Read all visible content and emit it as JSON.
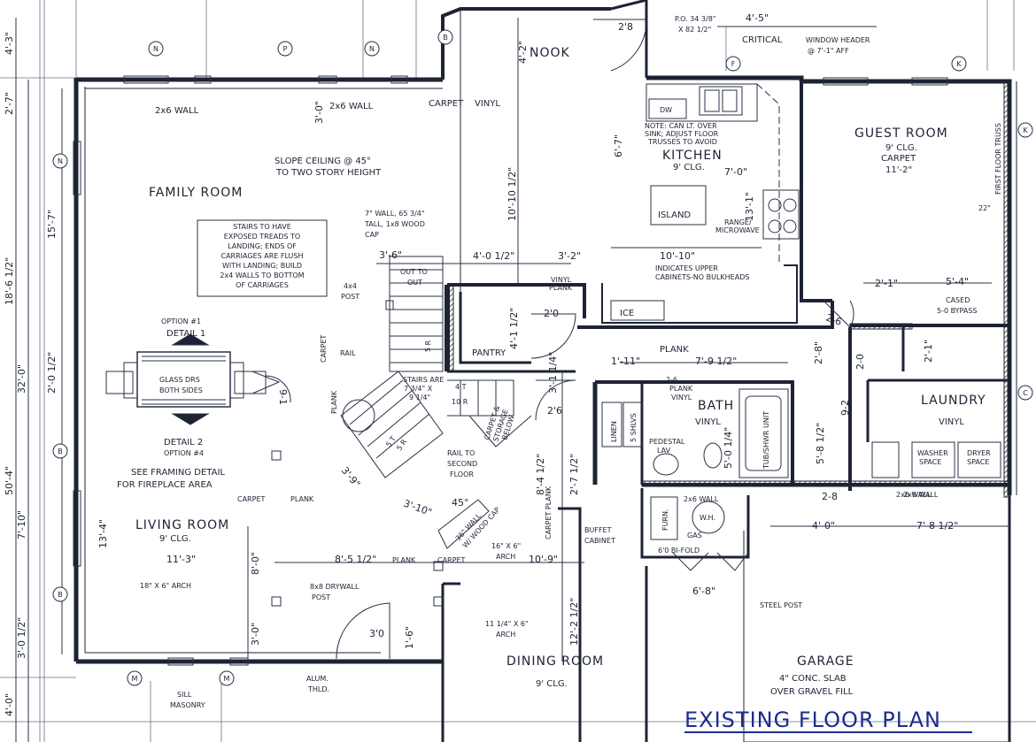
{
  "title": "EXISTING FLOOR PLAN",
  "rooms": {
    "family": "FAMILY ROOM",
    "living": "LIVING ROOM",
    "living_clg": "9' CLG.",
    "dining": "DINING ROOM",
    "dining_clg": "9' CLG.",
    "kitchen": "KITCHEN",
    "kitchen_clg": "9' CLG.",
    "guest": "GUEST ROOM",
    "guest_clg": "9' CLG.",
    "guest_floor": "CARPET",
    "guest_dim": "11'-2\"",
    "nook": "NOOK",
    "pantry": "PANTRY",
    "bath": "BATH",
    "bath_floor": "VINYL",
    "laundry": "LAUNDRY",
    "laundry_floor": "VINYL",
    "garage": "GARAGE",
    "garage_slab1": "4\" CONC. SLAB",
    "garage_slab2": "OVER GRAVEL FILL",
    "island": "ISLAND",
    "ice": "ICE"
  },
  "notes": {
    "stairs": [
      "STAIRS TO HAVE",
      "EXPOSED TREADS TO",
      "LANDING; ENDS OF",
      "CARRIAGES ARE FLUSH",
      "WITH LANDING; BUILD",
      "2x4 WALLS TO BOTTOM",
      "OF CARRIAGES"
    ],
    "slope1": "SLOPE CEILING @ 45°",
    "slope2": "TO TWO STORY HEIGHT",
    "wall2x6_a": "2x6 WALL",
    "wall2x6_b": "2x6 WALL",
    "wall2x6_c": "2x6 WALL",
    "wall2x6_d": "2x6 WALL",
    "carpet_vinyl_carpet": "CARPET",
    "carpet_vinyl_vinyl": "VINYL",
    "wall7_1": "7\" WALL, 65 3/4\"",
    "wall7_2": "TALL, 1x8 WOOD",
    "wall7_3": "CAP",
    "post4x4_1": "4x4",
    "post4x4_2": "POST",
    "rail": "RAIL",
    "carpet_v": "CARPET",
    "plank_v": "PLANK",
    "out_to_out_1": "OUT TO",
    "out_to_out_2": "OUT",
    "option1": "OPTION #1",
    "detail1": "DETAIL 1",
    "detail2": "DETAIL 2",
    "option4": "OPTION #4",
    "glass1": "GLASS DRS",
    "glass2": "BOTH SIDES",
    "framing1": "SEE FRAMING DETAIL",
    "framing2": "FOR FIREPLACE AREA",
    "carpet_lr": "CARPET",
    "plank_lr": "PLANK",
    "arch_lr": "18\" X 6\" ARCH",
    "drywall1": "8x8 DRYWALL",
    "drywall2": "POST",
    "sill1": "SILL",
    "sill2": "MASONRY",
    "alum1": "ALUM.",
    "alum2": "THLD.",
    "stairs_are1": "STAIRS ARE",
    "stairs_are2": "7 3/4\" X",
    "stairs_are3": "9 1/4\"",
    "rail_second1": "RAIL TO",
    "rail_second2": "SECOND",
    "rail_second3": "FLOOR",
    "wall36_1": "36\" WALL",
    "wall36_2": "W/ WOOD CAP",
    "arch16_1": "16\" X 6\"",
    "arch16_2": "ARCH",
    "plank_dr": "PLANK",
    "carpet_dr": "CARPET",
    "carpet_plank_v": "CARPET PLANK",
    "buffet1": "BUFFET",
    "buffet2": "CABINET",
    "arch11_1": "11 1/4\" X 6\"",
    "arch11_2": "ARCH",
    "critical": "CRITICAL",
    "window1": "WINDOW HEADER",
    "window2": "@ 7'-1\" AFF",
    "po1": "P.O. 34 3/8\"",
    "po2": "X 82 1/2\"",
    "note_k1": "NOTE: CAN LT. OVER",
    "note_k2": "SINK; ADJUST FLOOR",
    "note_k3": "TRUSSES TO AVOID",
    "dw": "DW",
    "range1": "RANGE/",
    "range2": "MICROWAVE",
    "upper1": "INDICATES UPPER",
    "upper2": "CABINETS-NO BULKHEADS",
    "vinyl_plank1": "VINYL",
    "vinyl_plank2": "PLANK",
    "plank_hall": "PLANK",
    "cased1": "CASED",
    "cased2": "5-0 BYPASS",
    "truss": "FIRST FLOOR TRUSS",
    "truss_dim": "22\"",
    "flank1": "2-6",
    "flank2": "PLANK",
    "flank3": "VINYL",
    "linen": "LINEN",
    "shlvs": "5 SHLVS",
    "pedestal1": "PEDESTAL",
    "pedestal2": "LAV",
    "tub": "TUB/SHWR UNIT",
    "washer1": "WASHER",
    "washer2": "SPACE",
    "dryer1": "DRYER",
    "dryer2": "SPACE",
    "wall_2x6_lau": "2x6 WALL",
    "furn": "FURN.",
    "wh": "W.H.",
    "gas": "GAS",
    "bifold": "6'0 BI-FOLD",
    "steel": "STEEL POST",
    "storage1": "CARPET &",
    "storage2": "STORAGE",
    "storage3": "BELOW"
  },
  "dims": {
    "d4_3": "4'-3\"",
    "d2_7": "2'-7\"",
    "d15_7": "15'-7\"",
    "d18_6": "18'-6 1/2\"",
    "d32_0": "32'-0\"",
    "d50_4": "50'-4\"",
    "d2_0": "2'-0 1/2\"",
    "d7_10": "7'-10\"",
    "d13_4": "13'-4\"",
    "d3_0h": "3'-0 1/2\"",
    "d4_0": "4'-0\"",
    "d4_2": "4'-2\"",
    "d3_0b": "3'-0\"",
    "d10_10v": "10'-10 1/2\"",
    "d3_6": "3'-6\"",
    "d4_0h": "4'-0 1/2\"",
    "d3_2": "3'-2\"",
    "d4_1": "4'-1 1/2\"",
    "d3_9": "3'-9\"",
    "d3_10": "3'-10\"",
    "d45": "45°",
    "d11_3": "11'-3\"",
    "d8_0": "8'-0\"",
    "d3_0c": "3'-0\"",
    "d8_5": "8'-5 1/2\"",
    "d10_9": "10'-9\"",
    "d8_4": "8'-4 1/2\"",
    "d12_2": "12'-2 1/2\"",
    "d2_7b": "2'-7 1/2\"",
    "d1_6": "1'-6\"",
    "d6_7": "6'-7\"",
    "d7_0": "7'-0\"",
    "d13_1": "13'-1\"",
    "d10_10": "10'-10\"",
    "d4_5": "4'-5\"",
    "d2_8top": "2'8",
    "d2_1": "2'-1\"",
    "d5_4": "5'-4\"",
    "d2_6a": "2-6",
    "d2_8": "2'-8\"",
    "d2_0b": "2-0",
    "d2_1b": "2'-1\"",
    "d1_11": "1'-11\"",
    "d7_9": "7'-9 1/2\"",
    "d5_0": "5'-0 1/4\"",
    "d5_8": "5'-8 1/2\"",
    "d2_8b": "2-8",
    "d4_0c": "4'-0\"",
    "d7_8": "7'-8 1/2\"",
    "d6_8": "6'-8\"",
    "d2_0c": "2'0",
    "d2_6b": "2'6",
    "d3_0door": "3'0",
    "d9_1": "9-1",
    "d3_1": "3'-1 1/4\"",
    "d9_2": "9-2"
  },
  "grid": [
    "N",
    "P",
    "N",
    "B",
    "K",
    "F",
    "K",
    "C",
    "N",
    "B",
    "B",
    "M",
    "M"
  ],
  "stair_marks": [
    "5 R",
    "4 T",
    "10 R",
    "5 T",
    "5 R"
  ]
}
